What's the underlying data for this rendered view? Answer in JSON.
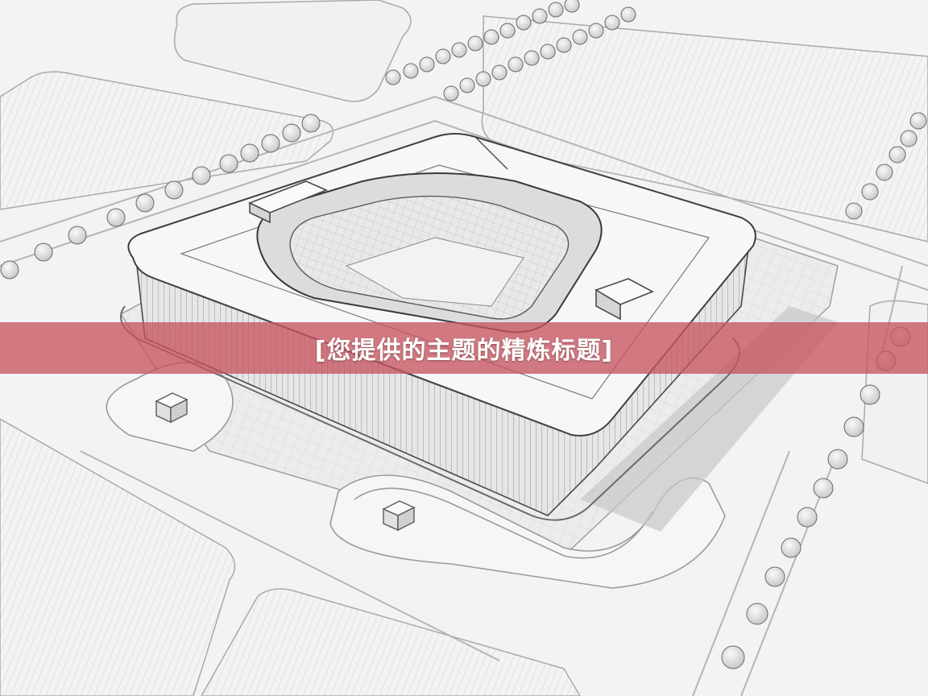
{
  "banner": {
    "title": "[您提供的主题的精炼标题]",
    "color": "#c75460"
  },
  "illustration": {
    "subject": "stadium-sketch",
    "style": "monochrome line drawing"
  }
}
